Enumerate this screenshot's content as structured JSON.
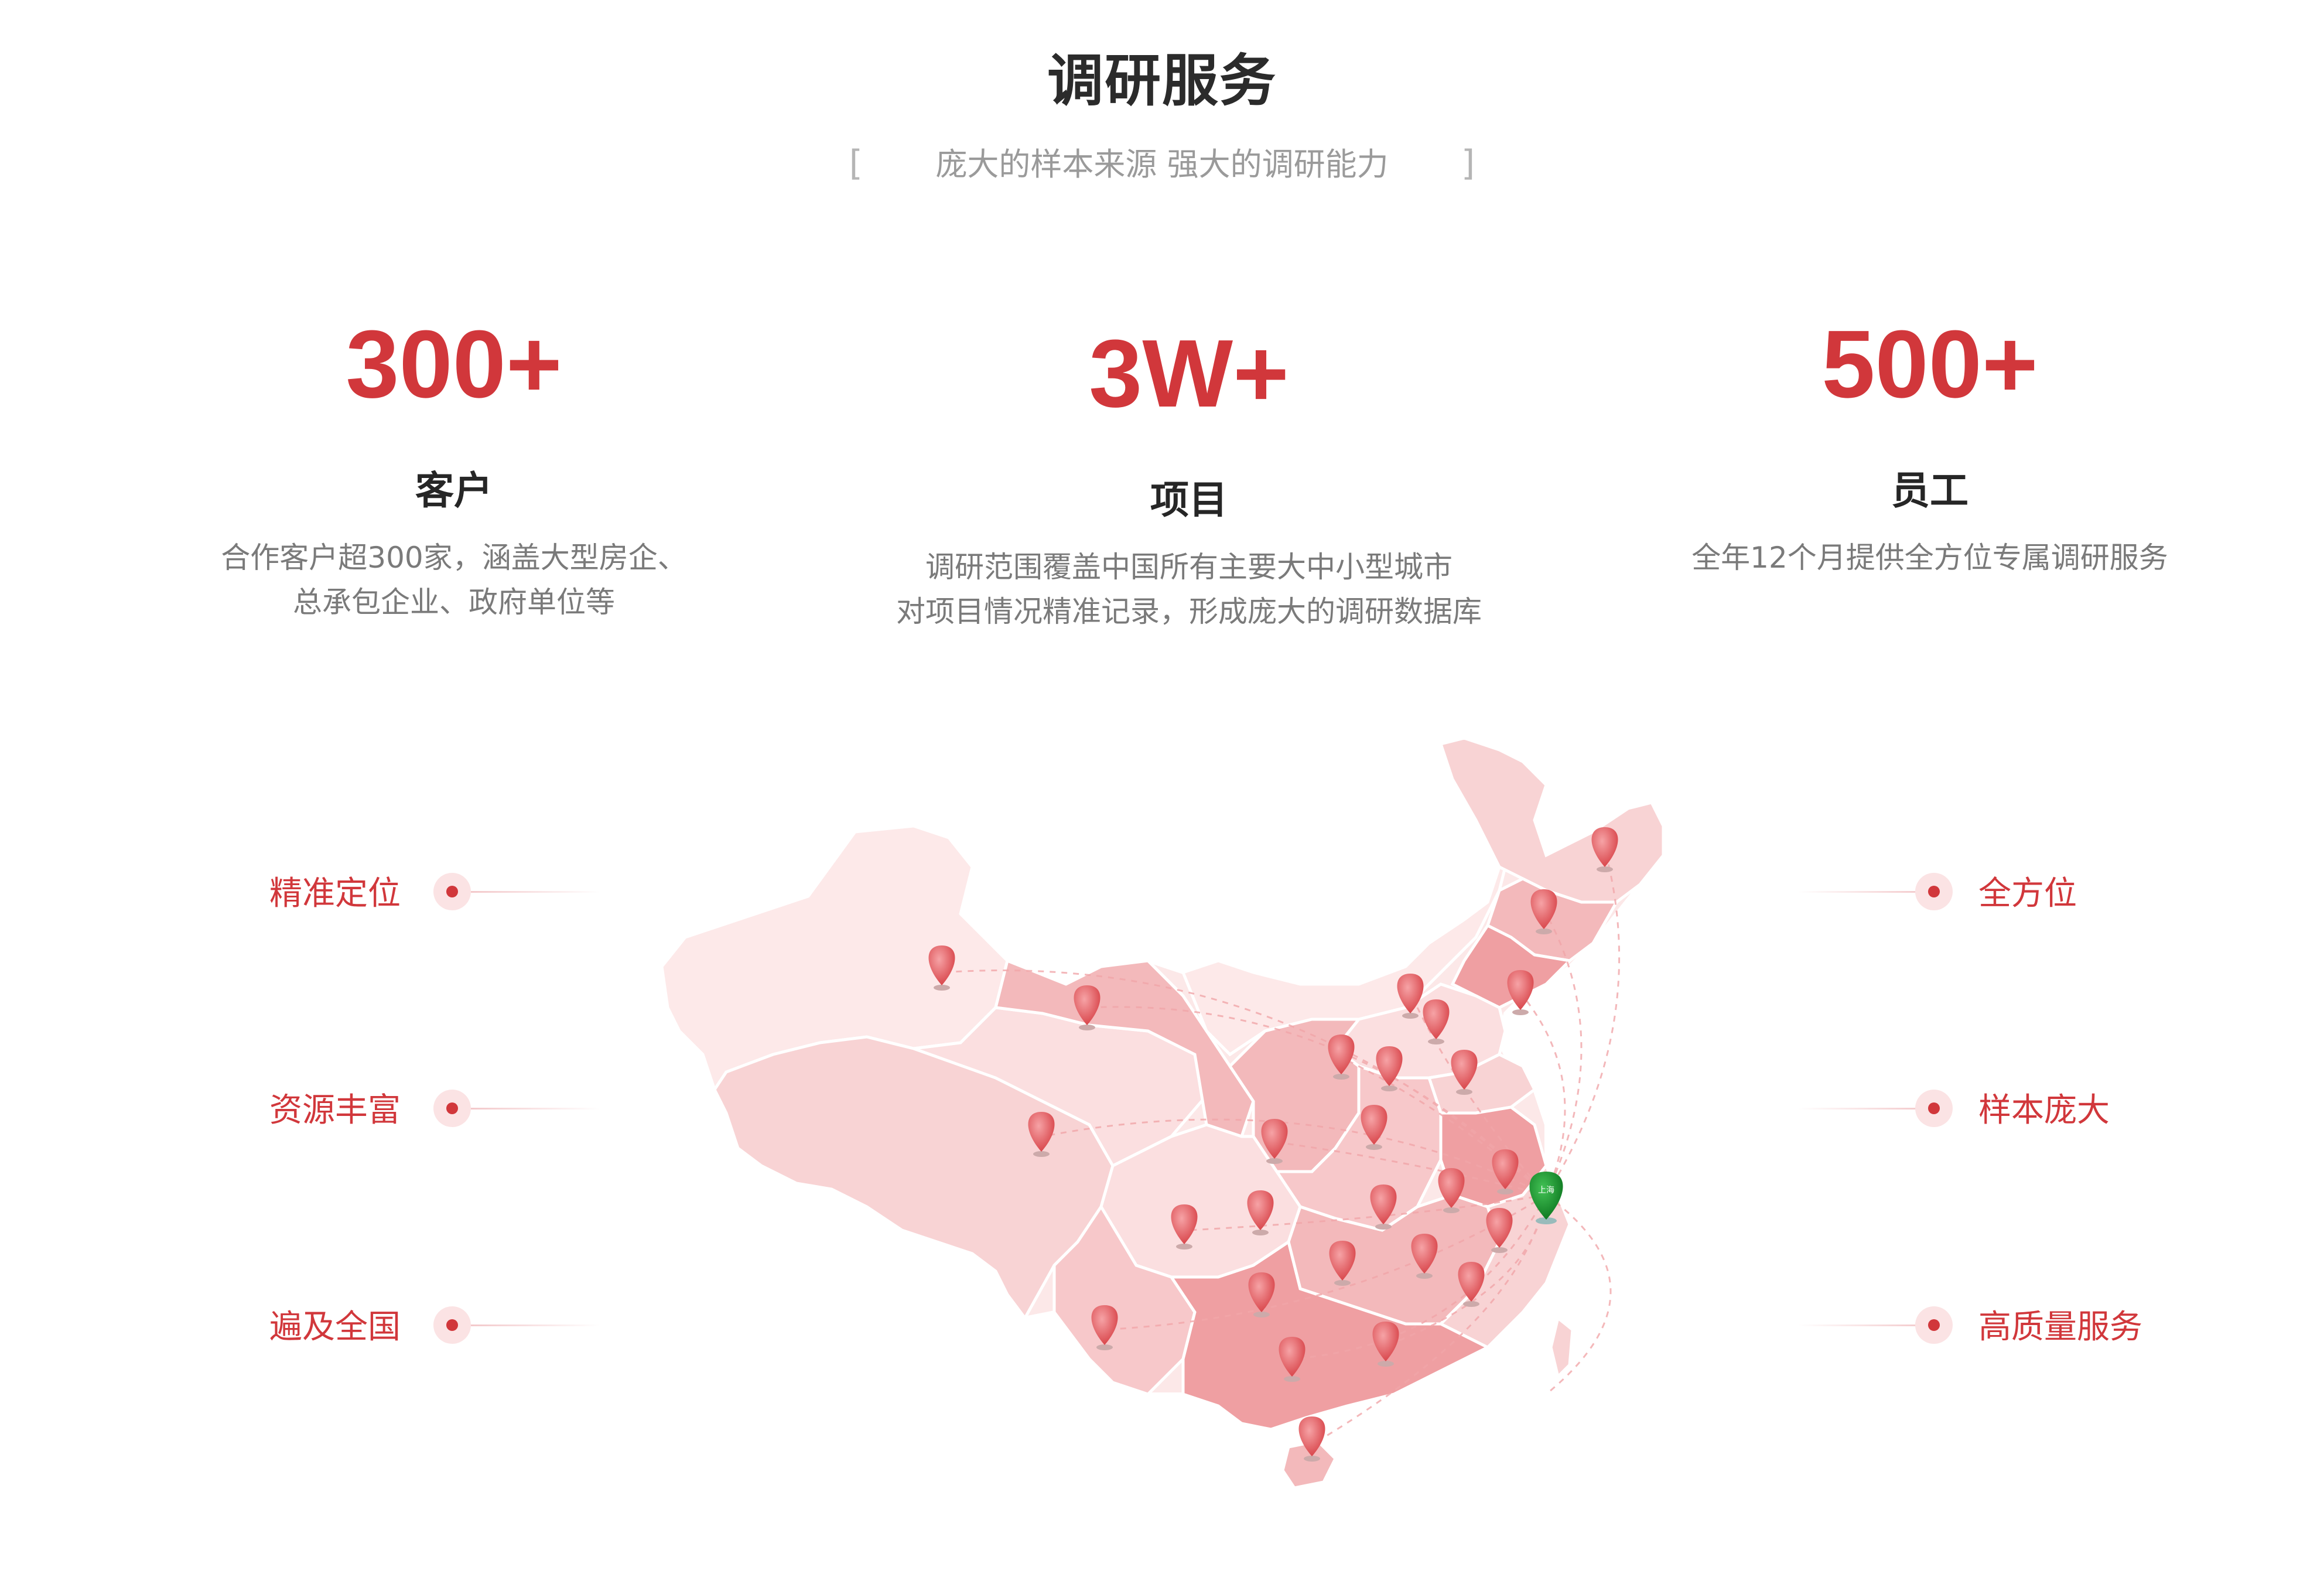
{
  "header": {
    "title": "调研服务",
    "bracket_left": "[",
    "subtitle": "庞大的样本来源  强大的调研能力",
    "bracket_right": "]"
  },
  "stats": [
    {
      "value": "300+",
      "label": "客户",
      "desc_lines": [
        "合作客户超300家，涵盖大型房企、",
        "总承包企业、政府单位等"
      ]
    },
    {
      "value": "3W+",
      "label": "项目",
      "desc_lines": [
        "调研范围覆盖中国所有主要大中小型城市",
        "对项目情况精准记录，形成庞大的调研数据库"
      ]
    },
    {
      "value": "500+",
      "label": "员工",
      "desc_lines": [
        "全年12个月提供全方位专属调研服务"
      ]
    }
  ],
  "features_left": [
    "精准定位",
    "资源丰富",
    "遍及全国"
  ],
  "features_right": [
    "全方位",
    "样本庞大",
    "高质量服务"
  ],
  "map": {
    "hub_city": "上海",
    "colors": {
      "accent": "#d1373b",
      "hub": "#1e8a2e",
      "region_light": "#fce8e8",
      "region_mid": "#f7cfd0",
      "region_dark": "#ef9fa2"
    }
  }
}
